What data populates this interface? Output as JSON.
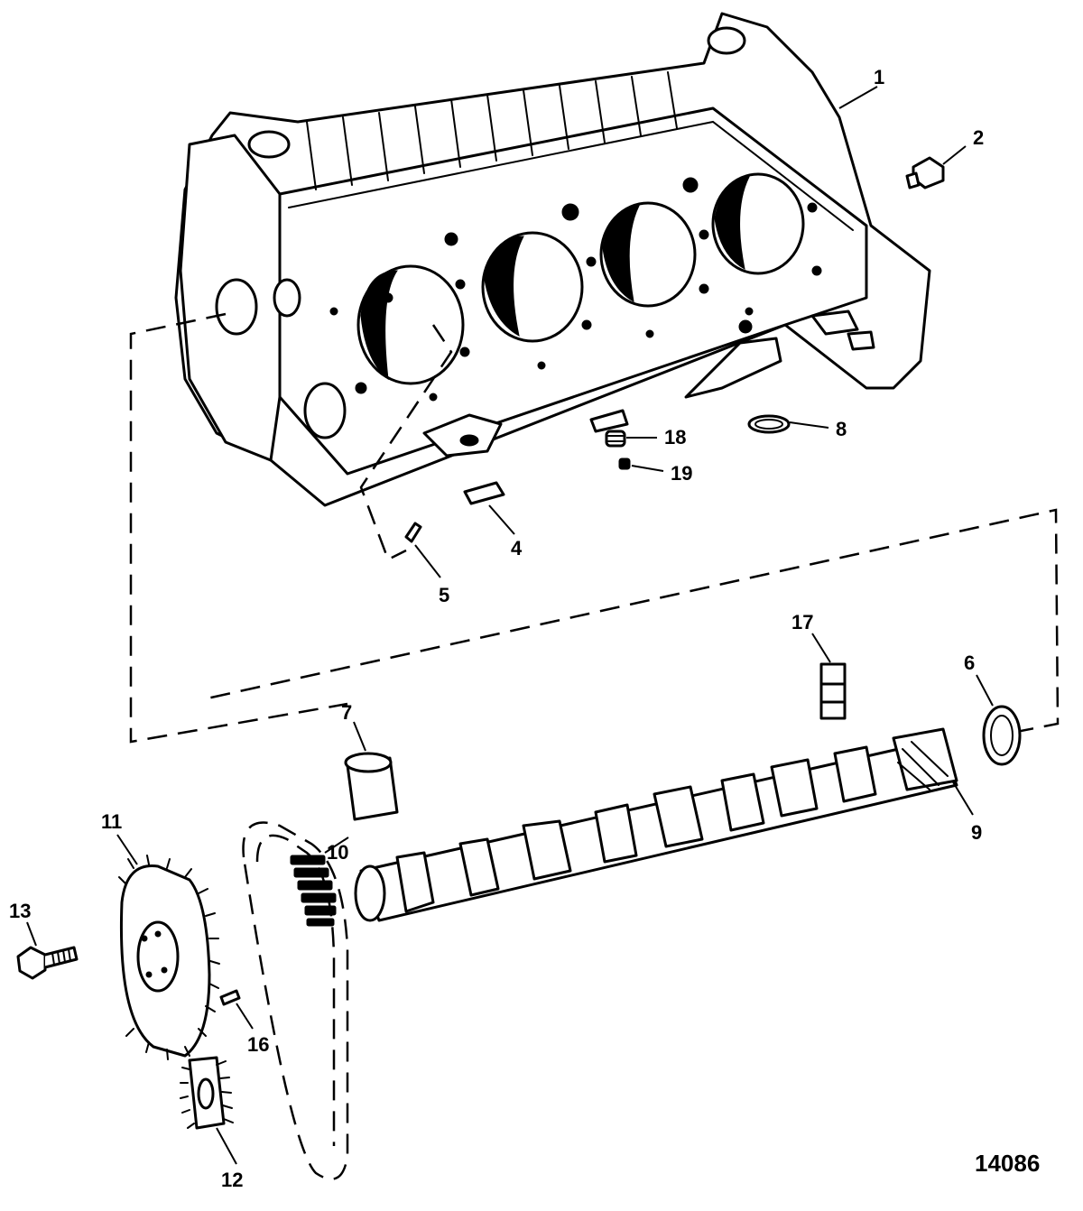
{
  "figure_number": "14086",
  "callouts": [
    {
      "id": "1",
      "label": "1"
    },
    {
      "id": "2",
      "label": "2"
    },
    {
      "id": "4",
      "label": "4"
    },
    {
      "id": "5",
      "label": "5"
    },
    {
      "id": "6",
      "label": "6"
    },
    {
      "id": "7",
      "label": "7"
    },
    {
      "id": "8",
      "label": "8"
    },
    {
      "id": "9",
      "label": "9"
    },
    {
      "id": "10",
      "label": "10"
    },
    {
      "id": "11",
      "label": "11"
    },
    {
      "id": "12",
      "label": "12"
    },
    {
      "id": "13",
      "label": "13"
    },
    {
      "id": "16",
      "label": "16"
    },
    {
      "id": "17",
      "label": "17"
    },
    {
      "id": "18",
      "label": "18"
    },
    {
      "id": "19",
      "label": "19"
    }
  ]
}
